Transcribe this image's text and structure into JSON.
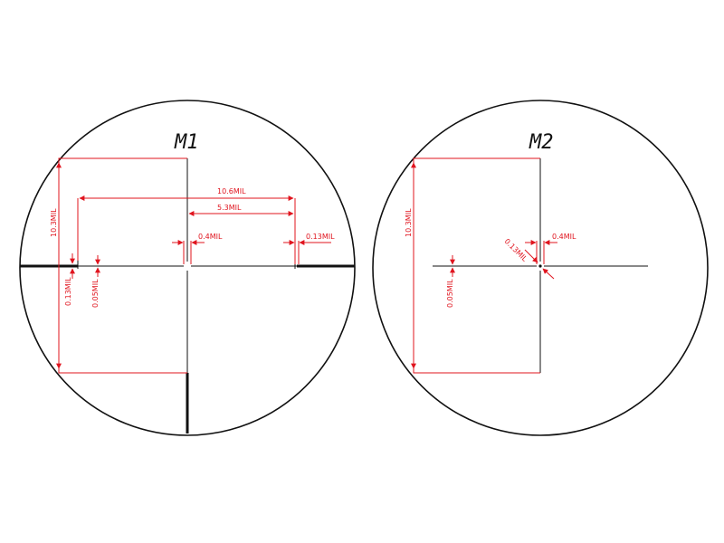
{
  "reticles": [
    {
      "title": "M1",
      "labels": {
        "height": "10.3MIL",
        "wide": "10.6MIL",
        "half": "5.3MIL",
        "center_gap": "0.4MIL",
        "post_gap": "0.13MIL",
        "thick": "0.13MIL",
        "thin": "0.05MIL"
      }
    },
    {
      "title": "M2",
      "labels": {
        "height": "10.3MIL",
        "center_gap": "0.4MIL",
        "diag": "0.13MIL",
        "thin": "0.05MIL"
      }
    }
  ],
  "colors": {
    "dimension": "#e0141e",
    "reticle": "#111111",
    "background": "#ffffff"
  }
}
